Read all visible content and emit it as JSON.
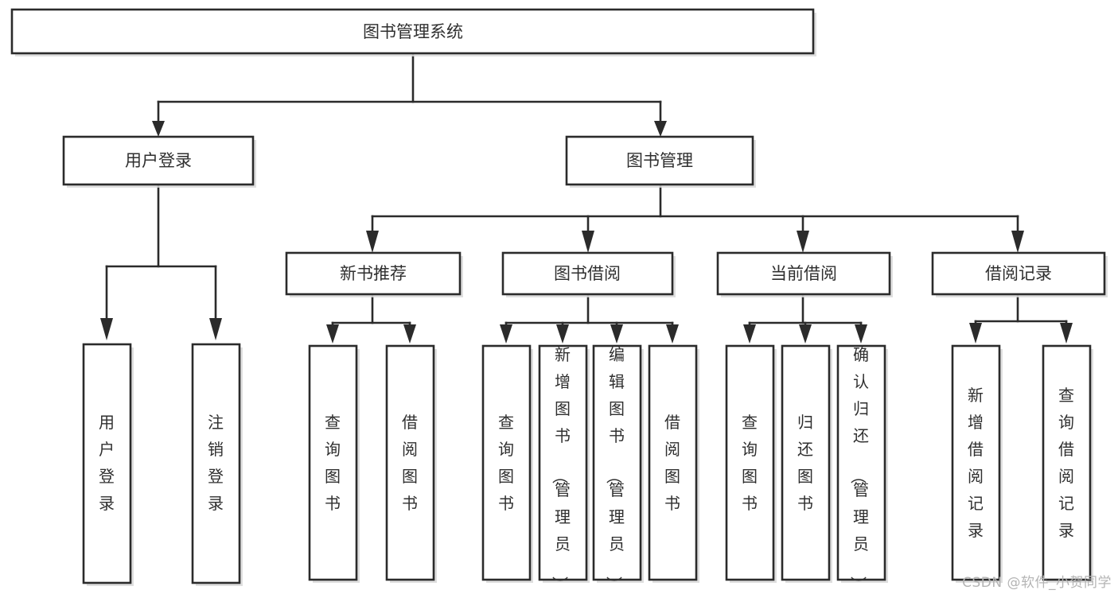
{
  "diagram": {
    "type": "tree-hierarchy",
    "title": "图书管理系统",
    "watermark": "CSDN @软件_小贺同学",
    "root": {
      "id": "root",
      "label": "图书管理系统"
    },
    "level2": [
      {
        "id": "user-login",
        "label": "用户登录"
      },
      {
        "id": "book-management",
        "label": "图书管理"
      }
    ],
    "level3": [
      {
        "id": "new-book-recommend",
        "label": "新书推荐",
        "parent": "book-management"
      },
      {
        "id": "book-borrow",
        "label": "图书借阅",
        "parent": "book-management"
      },
      {
        "id": "current-borrow",
        "label": "当前借阅",
        "parent": "book-management"
      },
      {
        "id": "borrow-record",
        "label": "借阅记录",
        "parent": "book-management"
      }
    ],
    "leaves": [
      {
        "id": "leaf-user-login",
        "label": "用户登录",
        "parent": "user-login"
      },
      {
        "id": "leaf-user-logout",
        "label": "注销登录",
        "parent": "user-login"
      },
      {
        "id": "leaf-query-book-1",
        "label": "查询图书",
        "parent": "new-book-recommend"
      },
      {
        "id": "leaf-borrow-book-1",
        "label": "借阅图书",
        "parent": "new-book-recommend"
      },
      {
        "id": "leaf-query-book-2",
        "label": "查询图书",
        "parent": "book-borrow"
      },
      {
        "id": "leaf-add-book",
        "label": "新增图书（管理员）",
        "parent": "book-borrow"
      },
      {
        "id": "leaf-edit-book",
        "label": "编辑图书（管理员）",
        "parent": "book-borrow"
      },
      {
        "id": "leaf-borrow-book-2",
        "label": "借阅图书",
        "parent": "book-borrow"
      },
      {
        "id": "leaf-query-book-3",
        "label": "查询图书",
        "parent": "current-borrow"
      },
      {
        "id": "leaf-return-book",
        "label": "归还图书",
        "parent": "current-borrow"
      },
      {
        "id": "leaf-confirm-return",
        "label": "确认归还（管理员）",
        "parent": "current-borrow"
      },
      {
        "id": "leaf-add-record",
        "label": "新增借阅记录",
        "parent": "borrow-record"
      },
      {
        "id": "leaf-query-record",
        "label": "查询借阅记录",
        "parent": "borrow-record"
      }
    ],
    "colors": {
      "stroke": "#2b2b2b",
      "fill": "#ffffff",
      "text": "#2f2f2f",
      "watermark": "#b4b4b4",
      "background": "#ffffff"
    }
  }
}
